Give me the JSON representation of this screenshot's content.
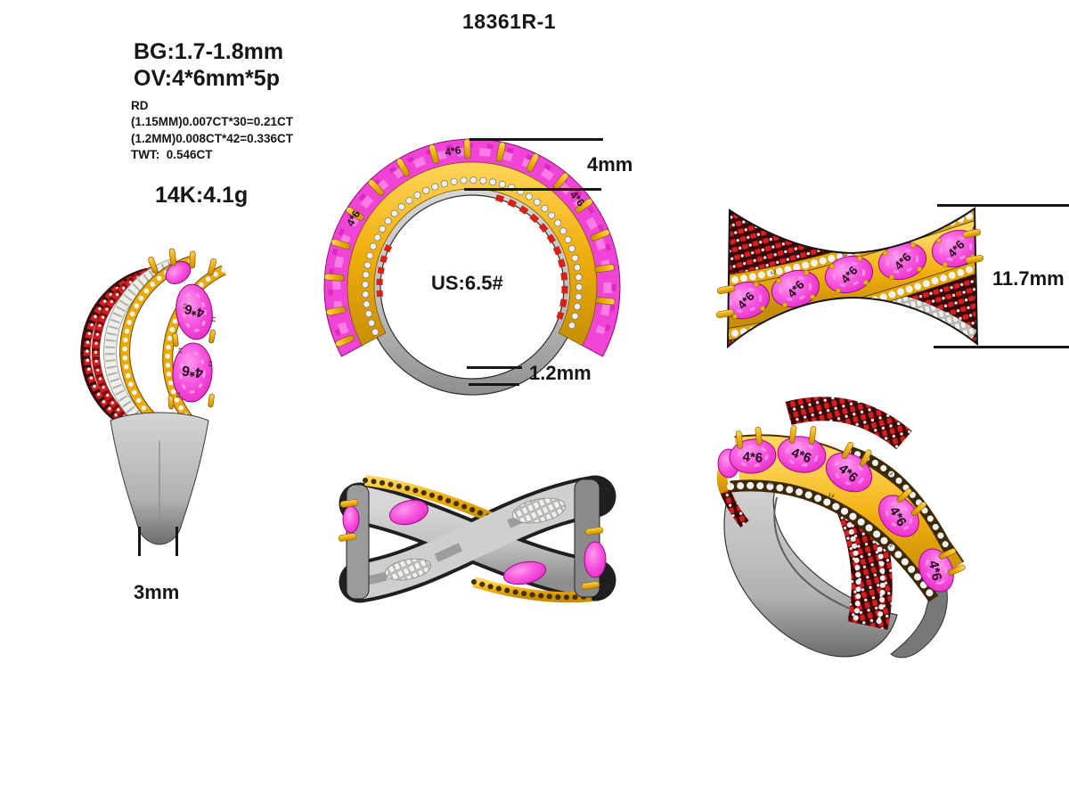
{
  "header": {
    "title": "18361R-1"
  },
  "specs": {
    "stone_note1": "BG:1.7-1.8mm",
    "stone_note2": "OV:4*6mm*5p",
    "diamond_header": "RD",
    "diamond_line1": "(1.15MM)0.007CT*30=0.21CT",
    "diamond_line2": "(1.2MM)0.008CT*42=0.336CT",
    "diamond_total": "TWT:  0.546CT",
    "metal_weight": "14K:4.1g"
  },
  "dimensions": {
    "head_height": "4mm",
    "ring_size": "US:6.5#",
    "band_thickness": "1.2mm",
    "face_width": "11.7mm",
    "shank_width": "3mm"
  },
  "stones": {
    "oval_label": "4*6",
    "round_label": "1.2"
  },
  "colors": {
    "pink_stone": "#f247d6",
    "gold_metal": "#f0ae0c",
    "red_stone": "#d81f1f",
    "white_metal": "#c0c0c0",
    "diamond_white": "#f2f2f2",
    "annotation": "#1a1a1a"
  }
}
